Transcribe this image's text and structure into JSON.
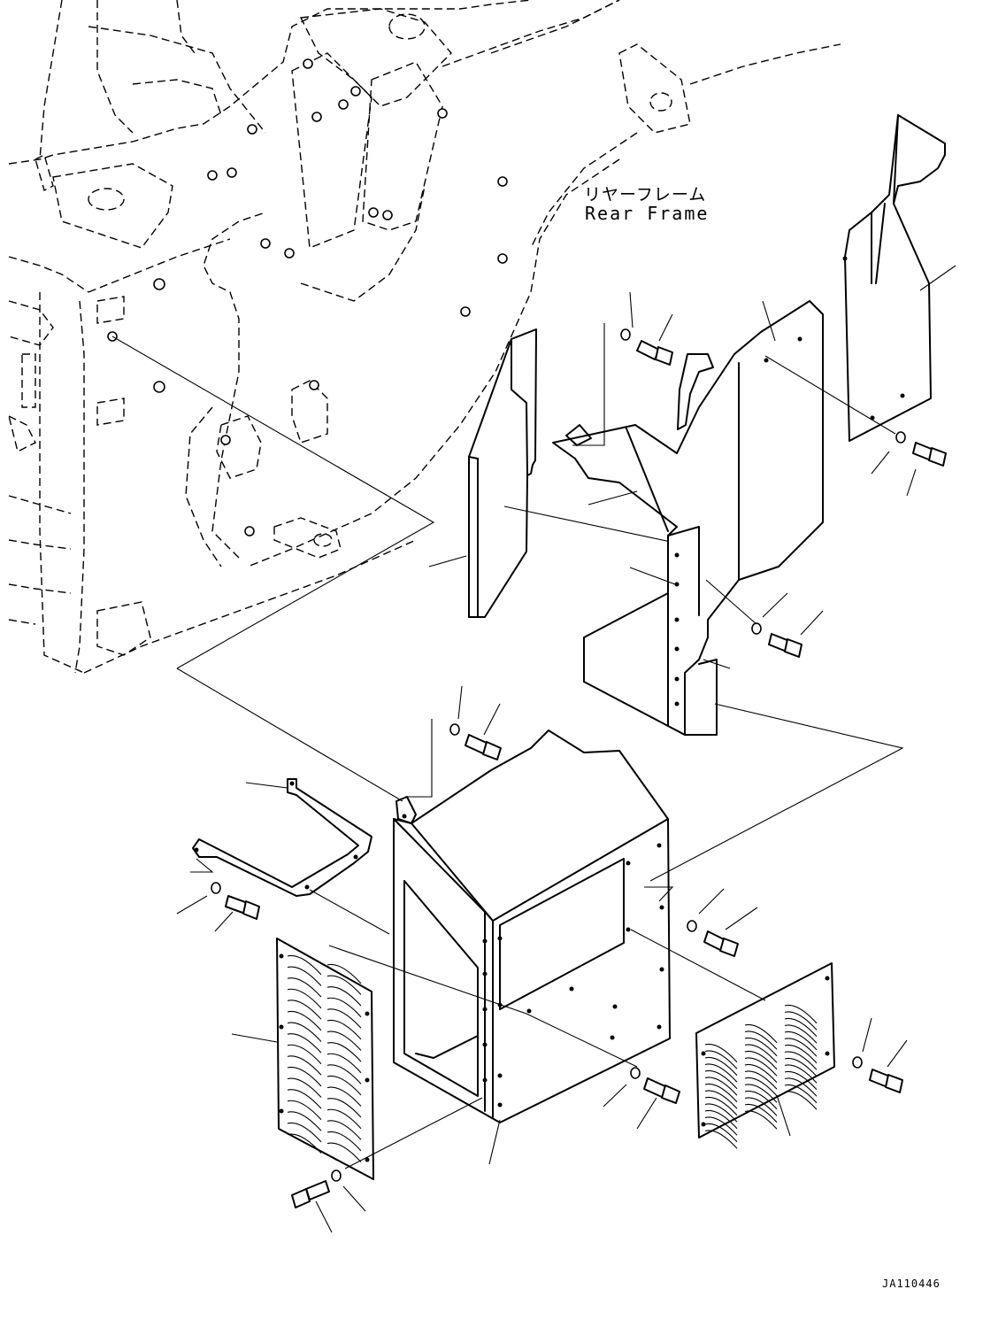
{
  "annotation": {
    "label_jp": "リヤーフレーム",
    "label_en": "Rear Frame"
  },
  "drawing_id": "JA110446"
}
